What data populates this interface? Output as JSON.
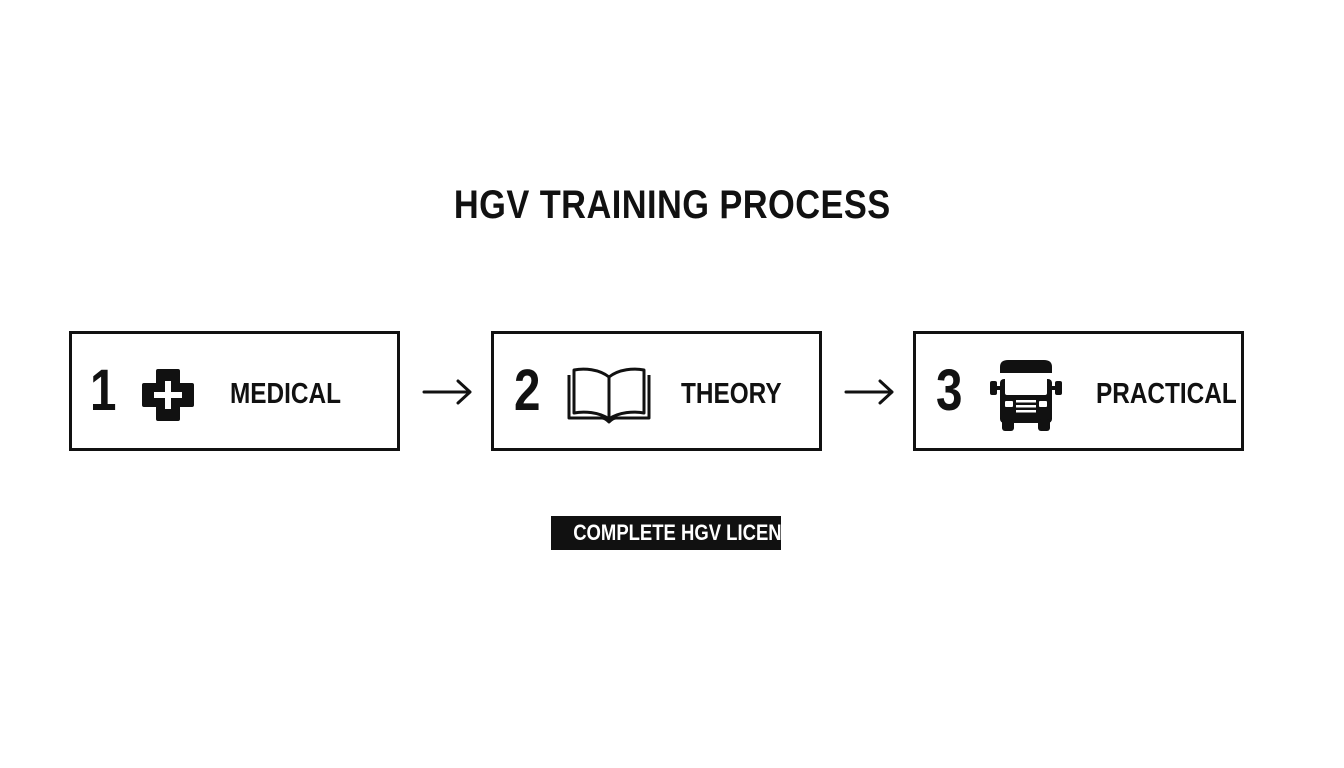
{
  "title": "HGV TRAINING PROCESS",
  "steps": [
    {
      "number": "1",
      "label": "MEDICAL",
      "icon": "medical-cross-icon"
    },
    {
      "number": "2",
      "label": "THEORY",
      "icon": "open-book-icon"
    },
    {
      "number": "3",
      "label": "PRACTICAL",
      "icon": "truck-icon"
    }
  ],
  "result": {
    "label": "COMPLETE HGV LICENSE"
  },
  "colors": {
    "ink": "#111111",
    "background": "#ffffff",
    "badge_text": "#ffffff"
  }
}
